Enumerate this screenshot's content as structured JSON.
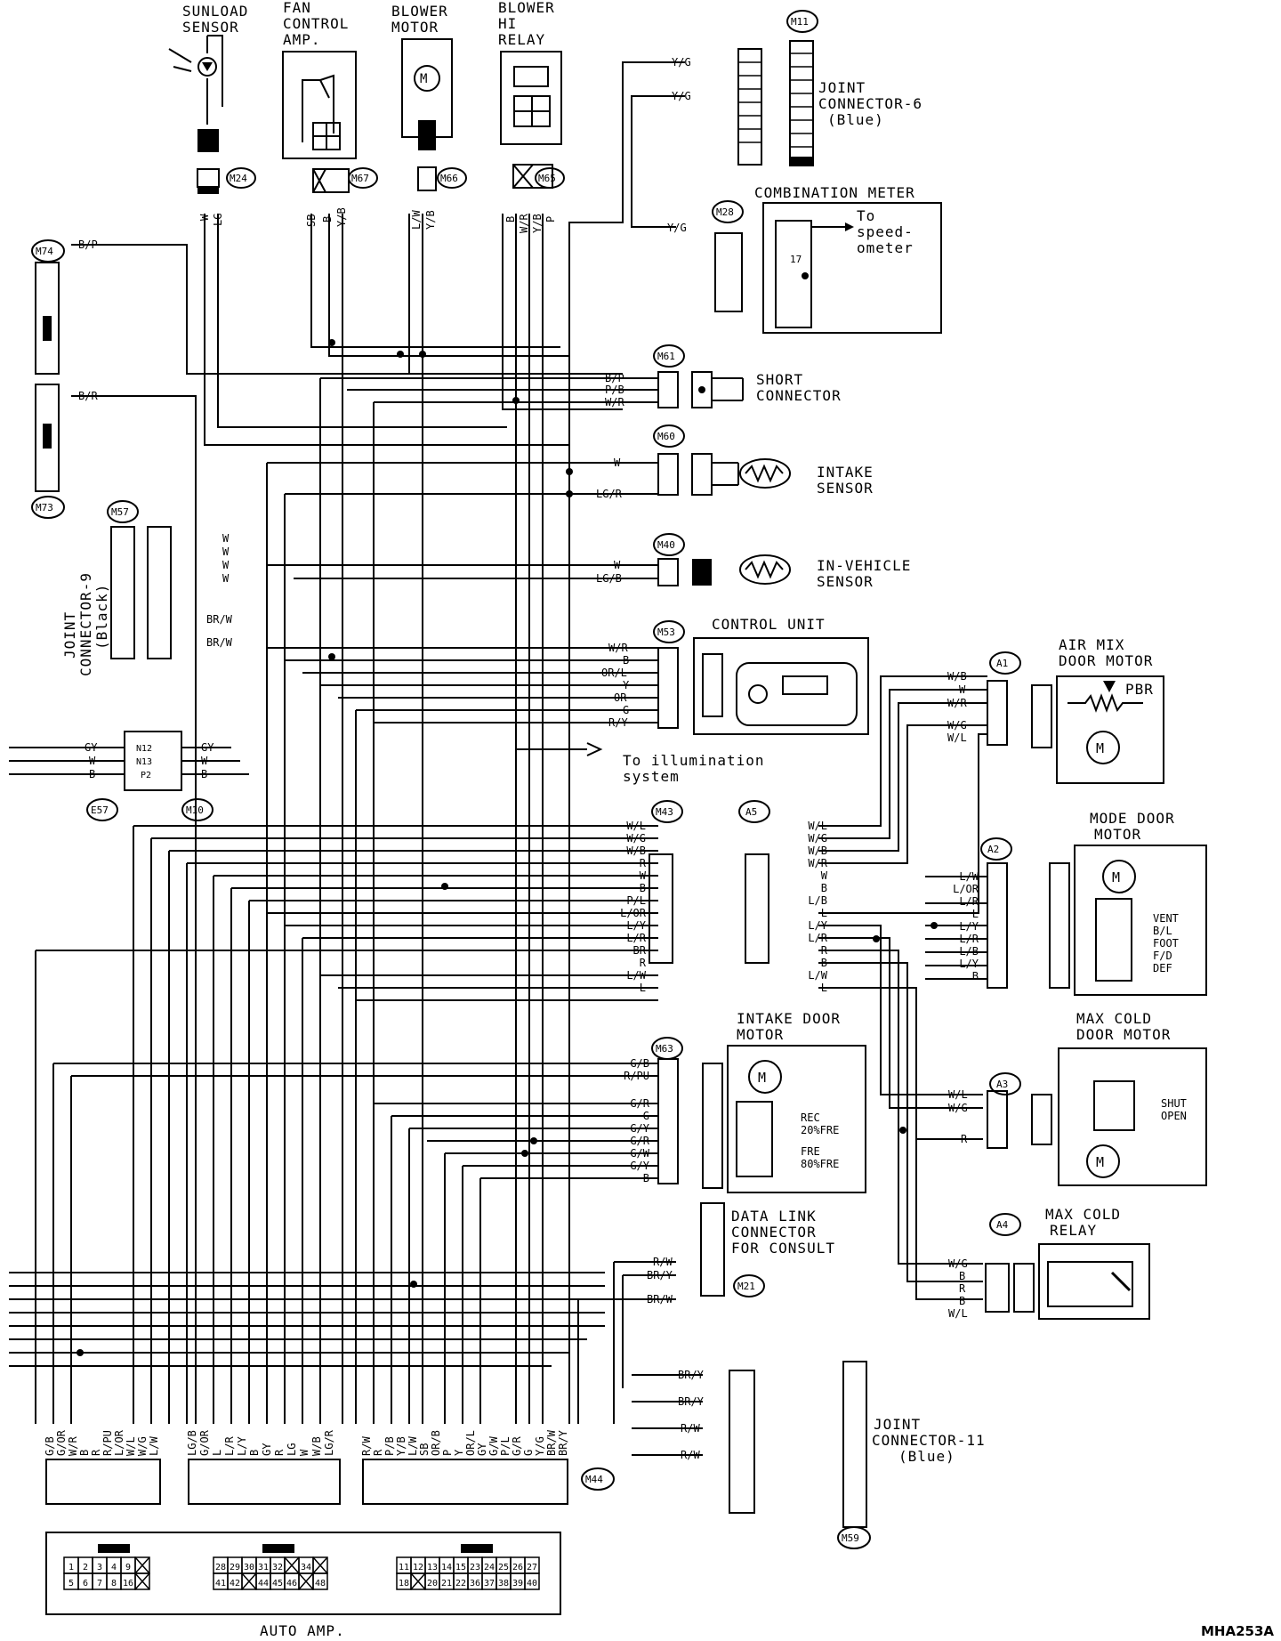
{
  "diagram_code": "MHA253A",
  "top_components": [
    {
      "id": "sunload",
      "lines": [
        "SUNLOAD",
        "SENSOR"
      ],
      "connector": "M24",
      "wires": [
        "W",
        "LG"
      ]
    },
    {
      "id": "fan-amp",
      "lines": [
        "FAN",
        "CONTROL",
        "AMP."
      ],
      "connector": "M67",
      "wires": [
        "SB",
        "B",
        "Y/B"
      ]
    },
    {
      "id": "blower-motor",
      "lines": [
        "BLOWER",
        "MOTOR"
      ],
      "connector": "M66",
      "wires": [
        "L/W",
        "Y/B"
      ]
    },
    {
      "id": "blower-relay",
      "lines": [
        "BLOWER",
        "HI",
        "RELAY"
      ],
      "connector": "M65",
      "wires": [
        "B",
        "W/R",
        "Y/B",
        "P"
      ]
    }
  ],
  "joint_connector_6": {
    "lines": [
      "JOINT",
      "CONNECTOR-6",
      "(Blue)"
    ],
    "connector": "M11",
    "wires": [
      "Y/G",
      "Y/G"
    ]
  },
  "combination_meter": {
    "title": "COMBINATION METER",
    "note": [
      "To",
      "speed-",
      "ometer"
    ],
    "pin": "17",
    "connector": "M28",
    "wire": "Y/G"
  },
  "left_connectors": {
    "m74": "M74",
    "m74_wire": "B/P",
    "m73": "M73",
    "m73_wire": "B/R"
  },
  "joint_connector_9": {
    "lines": [
      "JOINT",
      "CONNECTOR-9",
      "(Black)"
    ],
    "connector": "M57",
    "wires": [
      "W",
      "W",
      "W",
      "W",
      "BR/W",
      "BR/W"
    ]
  },
  "harness": {
    "left_connector": "E57",
    "right_connector": "M10",
    "left_wires": [
      "GY",
      "W",
      "B"
    ],
    "pins": [
      "N12",
      "N13",
      "P2"
    ],
    "right_wires": [
      "GY",
      "W",
      "B"
    ]
  },
  "short_connector": {
    "lines": [
      "SHORT",
      "CONNECTOR"
    ],
    "connector": "M61",
    "wires": [
      "B/P",
      "P/B",
      "W/R"
    ]
  },
  "intake_sensor": {
    "lines": [
      "INTAKE",
      "SENSOR"
    ],
    "connector": "M60",
    "wires": [
      "W",
      "LG/R"
    ]
  },
  "in_vehicle_sensor": {
    "lines": [
      "IN-VEHICLE",
      "SENSOR"
    ],
    "connector": "M40",
    "wires": [
      "W",
      "LG/B"
    ]
  },
  "control_unit": {
    "title": "CONTROL UNIT",
    "connector": "M53",
    "wires": [
      "W/R",
      "B",
      "OR/L",
      "Y",
      "OR",
      "G",
      "R/Y"
    ],
    "illum_lines": [
      "To illumination",
      "system"
    ]
  },
  "air_mix": {
    "lines": [
      "AIR MIX",
      "DOOR MOTOR"
    ],
    "connector": "A1",
    "wires": [
      "W/B",
      "W",
      "W/R",
      "W/G",
      "W/L"
    ],
    "pbr": "PBR"
  },
  "m43": {
    "connector": "M43",
    "wires": [
      "W/L",
      "W/G",
      "W/B",
      "R",
      "W",
      "B",
      "P/L",
      "L/OR",
      "L/Y",
      "L/R",
      "BR",
      "R",
      "L/W",
      "L"
    ]
  },
  "a5": {
    "connector": "A5",
    "wires": [
      "W/L",
      "W/G",
      "W/B",
      "W/R",
      "W",
      "B",
      "L/B",
      "L",
      "L/Y",
      "L/R",
      "R",
      "B",
      "L/W",
      "L"
    ]
  },
  "mode_door": {
    "lines": [
      "MODE DOOR",
      "MOTOR"
    ],
    "connector": "A2",
    "wires": [
      "L/W",
      "L/OR",
      "L/R",
      "L",
      "L/Y",
      "L/R",
      "L/B",
      "L/Y",
      "B"
    ],
    "positions": [
      "VENT",
      "B/L",
      "FOOT",
      "F/D",
      "DEF"
    ]
  },
  "intake_door": {
    "lines": [
      "INTAKE DOOR",
      "MOTOR"
    ],
    "connector": "M63",
    "wires": [
      "G/B",
      "R/PU",
      "G/R",
      "G",
      "G/Y",
      "G/R",
      "G/W",
      "G/Y",
      "B"
    ],
    "positions": [
      "REC",
      "20%FRE",
      "FRE",
      "80%FRE"
    ]
  },
  "max_cold_door": {
    "lines": [
      "MAX COLD",
      "DOOR MOTOR"
    ],
    "connector": "A3",
    "wires": [
      "W/L",
      "W/G",
      "R"
    ],
    "positions": [
      "SHUT",
      "OPEN"
    ]
  },
  "data_link": {
    "lines": [
      "DATA LINK",
      "CONNECTOR",
      "FOR CONSULT"
    ],
    "connector": "M21",
    "wires": [
      "R/W",
      "BR/Y",
      "BR/W"
    ]
  },
  "max_cold_relay": {
    "lines": [
      "MAX COLD",
      "RELAY"
    ],
    "connector": "A4",
    "wires": [
      "W/G",
      "B",
      "R",
      "B",
      "W/L"
    ]
  },
  "joint_connector_11": {
    "lines": [
      "JOINT",
      "CONNECTOR-11",
      "(Blue)"
    ],
    "connector": "M59",
    "wires": [
      "BR/Y",
      "BR/Y",
      "R/W",
      "R/W"
    ]
  },
  "auto_amp": {
    "label": "AUTO AMP.",
    "connector": "M44",
    "group1_wires": [
      "G/B",
      "G/OR",
      "W/R",
      "B",
      "R",
      "R/PU",
      "L/OR",
      "W/L",
      "W/G",
      "L/W"
    ],
    "group2_wires": [
      "LG/B",
      "G/OR",
      "L",
      "L/R",
      "L/Y",
      "B",
      "GY",
      "R",
      "LG",
      "W",
      "W/B",
      "LG/R"
    ],
    "group3_wires": [
      "R/W",
      "R",
      "P/B",
      "Y/B",
      "L/W",
      "SB",
      "OR/B",
      "P",
      "Y",
      "OR/L",
      "GY",
      "G/W",
      "P/L",
      "G/R",
      "G",
      "Y/G",
      "BR/W",
      "BR/Y"
    ],
    "pins_a_top": [
      "1",
      "2",
      "3",
      "4",
      "9",
      ""
    ],
    "pins_a_bottom": [
      "5",
      "6",
      "7",
      "8",
      "16",
      ""
    ],
    "pins_b_top": [
      "28",
      "29",
      "30",
      "31",
      "32",
      "",
      "34",
      ""
    ],
    "pins_b_bottom": [
      "41",
      "42",
      "",
      "44",
      "45",
      "46",
      "",
      "48"
    ],
    "pins_c_top": [
      "11",
      "12",
      "13",
      "14",
      "15",
      "23",
      "24",
      "25",
      "26",
      "27"
    ],
    "pins_c_bottom": [
      "18",
      "",
      "20",
      "21",
      "22",
      "36",
      "37",
      "38",
      "39",
      "40"
    ]
  }
}
